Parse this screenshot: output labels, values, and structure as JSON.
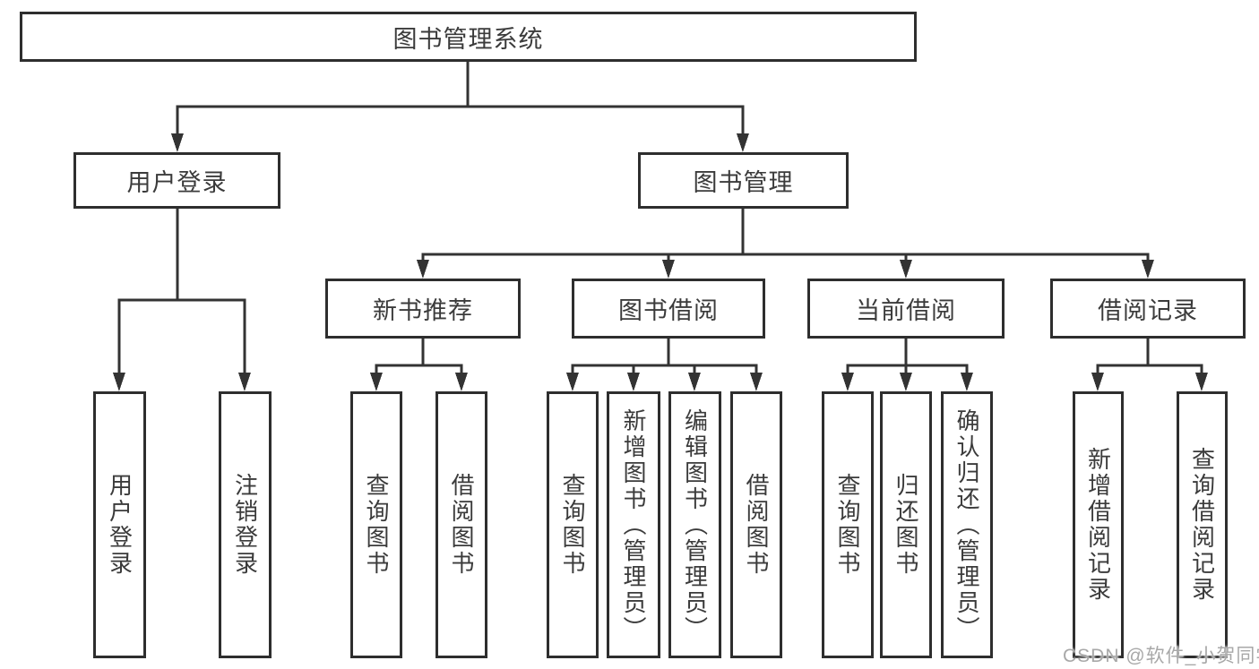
{
  "title": "图书管理系统",
  "tree": {
    "root": {
      "label": "图书管理系统"
    },
    "branches": [
      {
        "label": "用户登录",
        "leaves": [
          "用户登录",
          "注销登录"
        ]
      },
      {
        "label": "图书管理",
        "children": [
          {
            "label": "新书推荐",
            "leaves": [
              "查询图书",
              "借阅图书"
            ]
          },
          {
            "label": "图书借阅",
            "leaves": [
              "查询图书",
              "新增图书（管理员）",
              "编辑图书（管理员）",
              "借阅图书"
            ]
          },
          {
            "label": "当前借阅",
            "leaves": [
              "查询图书",
              "归还图书",
              "确认归还（管理员）"
            ]
          },
          {
            "label": "借阅记录",
            "leaves": [
              "新增借阅记录",
              "查询借阅记录"
            ]
          }
        ]
      }
    ]
  },
  "watermark": {
    "text": "CSDN @软件_小贺同学"
  },
  "colors": {
    "line": "#333333",
    "box_border": "#2e2e2e",
    "text": "#3b3b3b",
    "watermark": "#a8a8a8"
  }
}
